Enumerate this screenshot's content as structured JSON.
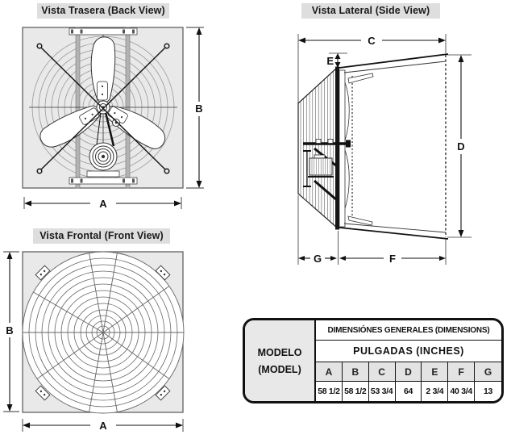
{
  "back_view": {
    "title": "Vista Trasera (Back View)",
    "dim_a": "A",
    "dim_b": "B"
  },
  "side_view": {
    "title": "Vista Lateral (Side View)",
    "dim_c": "C",
    "dim_d": "D",
    "dim_e": "E",
    "dim_f": "F",
    "dim_g": "G"
  },
  "front_view": {
    "title": "Vista Frontal (Front View)",
    "dim_a": "A",
    "dim_b": "B"
  },
  "table": {
    "model_line1": "MODELO",
    "model_line2": "(MODEL)",
    "dimensions_header": "DIMENSIÓNES GENERALES (DIMENSIONS)",
    "units_header": "PULGADAS (INCHES)",
    "columns": [
      "A",
      "B",
      "C",
      "D",
      "E",
      "F",
      "G"
    ],
    "values": [
      "58 1/2",
      "58 1/2",
      "53 3/4",
      "64",
      "2 3/4",
      "40 3/4",
      "13"
    ]
  },
  "colors": {
    "panel_gray": "#e9e9e9",
    "title_bg": "#dedede",
    "line_dark": "#111111",
    "table_header_bg": "#e3e3e3"
  }
}
